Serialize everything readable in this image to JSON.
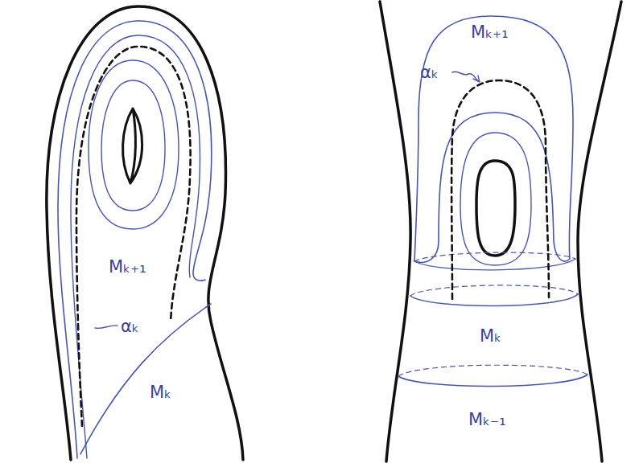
{
  "diagram": {
    "labels": [
      "Mₖ₊₁",
      "αₖ",
      "Mₖ",
      "Mₖ₊₁",
      "αₖ",
      "Mₖ",
      "Mₖ₋₁"
    ]
  }
}
